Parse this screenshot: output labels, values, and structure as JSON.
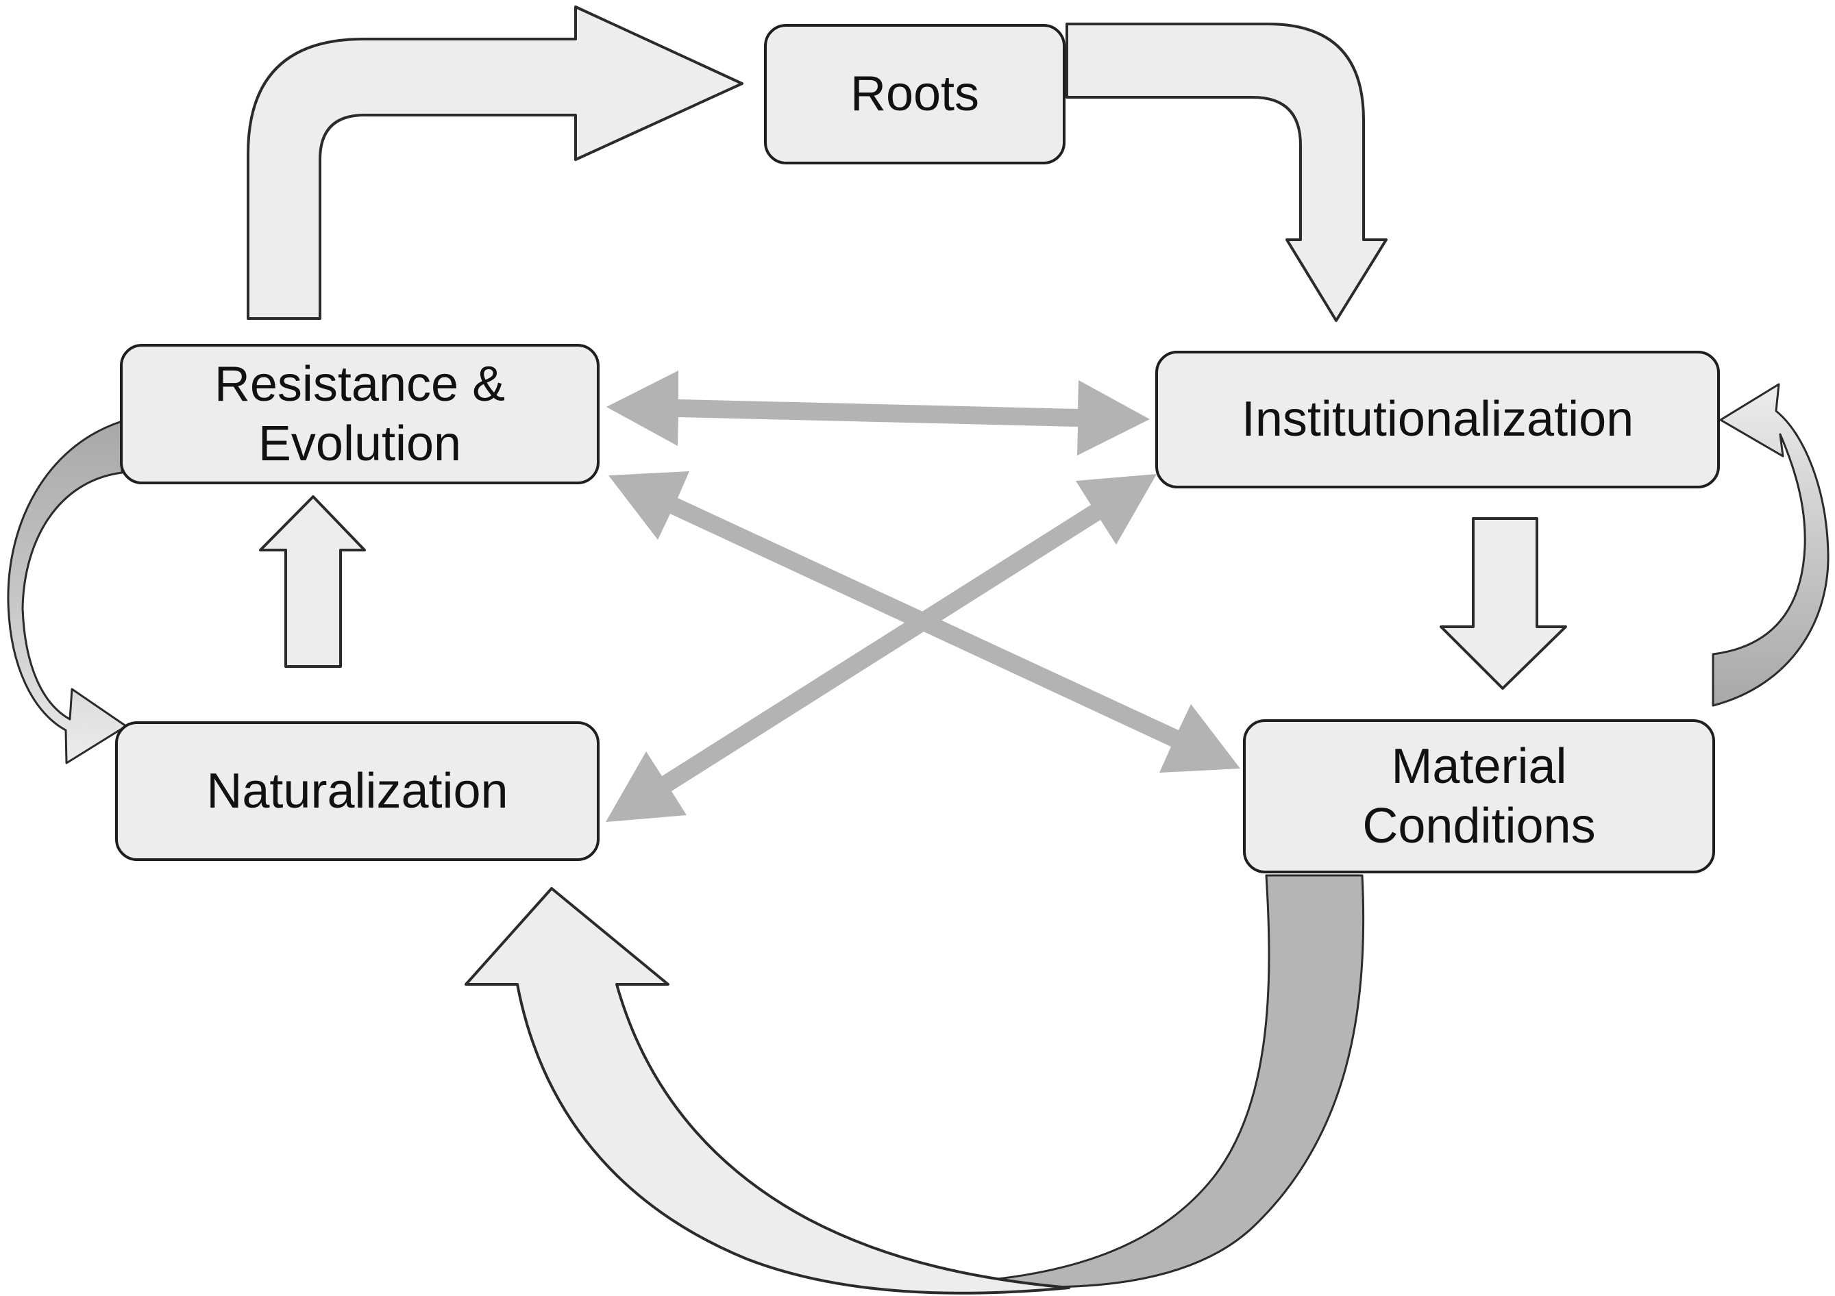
{
  "diagram": {
    "title": "",
    "nodes": [
      {
        "id": "roots",
        "label": "Roots"
      },
      {
        "id": "resistance-evolution",
        "label": "Resistance &\nEvolution"
      },
      {
        "id": "institutionalization",
        "label": "Institutionalization"
      },
      {
        "id": "naturalization",
        "label": "Naturalization"
      },
      {
        "id": "material-conditions",
        "label": "Material\nConditions"
      }
    ],
    "edges": [
      {
        "from": "resistance-evolution",
        "to": "roots",
        "style": "block-elbow-arrow"
      },
      {
        "from": "roots",
        "to": "institutionalization",
        "style": "block-elbow-arrow"
      },
      {
        "from": "institutionalization",
        "to": "material-conditions",
        "style": "block-straight-arrow"
      },
      {
        "from": "naturalization",
        "to": "resistance-evolution",
        "style": "block-straight-arrow"
      },
      {
        "from": "material-conditions",
        "to": "naturalization",
        "style": "large-curved-swoosh-arrow"
      },
      {
        "from": "resistance-evolution",
        "to": "naturalization",
        "style": "thin-curved-arrow"
      },
      {
        "from": "material-conditions",
        "to": "institutionalization",
        "style": "thin-curved-arrow"
      },
      {
        "from": "resistance-evolution",
        "to": "institutionalization",
        "style": "gray-double-headed-arrow"
      },
      {
        "from": "naturalization",
        "to": "institutionalization",
        "style": "gray-double-headed-arrow"
      },
      {
        "from": "resistance-evolution",
        "to": "material-conditions",
        "style": "gray-double-headed-arrow"
      }
    ],
    "colors": {
      "background": "#ffffff",
      "node_fill": "#ededed",
      "node_border": "#1f1f1f",
      "block_arrow_fill": "#ededed",
      "block_arrow_outline": "#2b2b2b",
      "gray_arrow": "#b3b3b3",
      "dark_band": "#b5b5b5",
      "text": "#111111"
    }
  }
}
